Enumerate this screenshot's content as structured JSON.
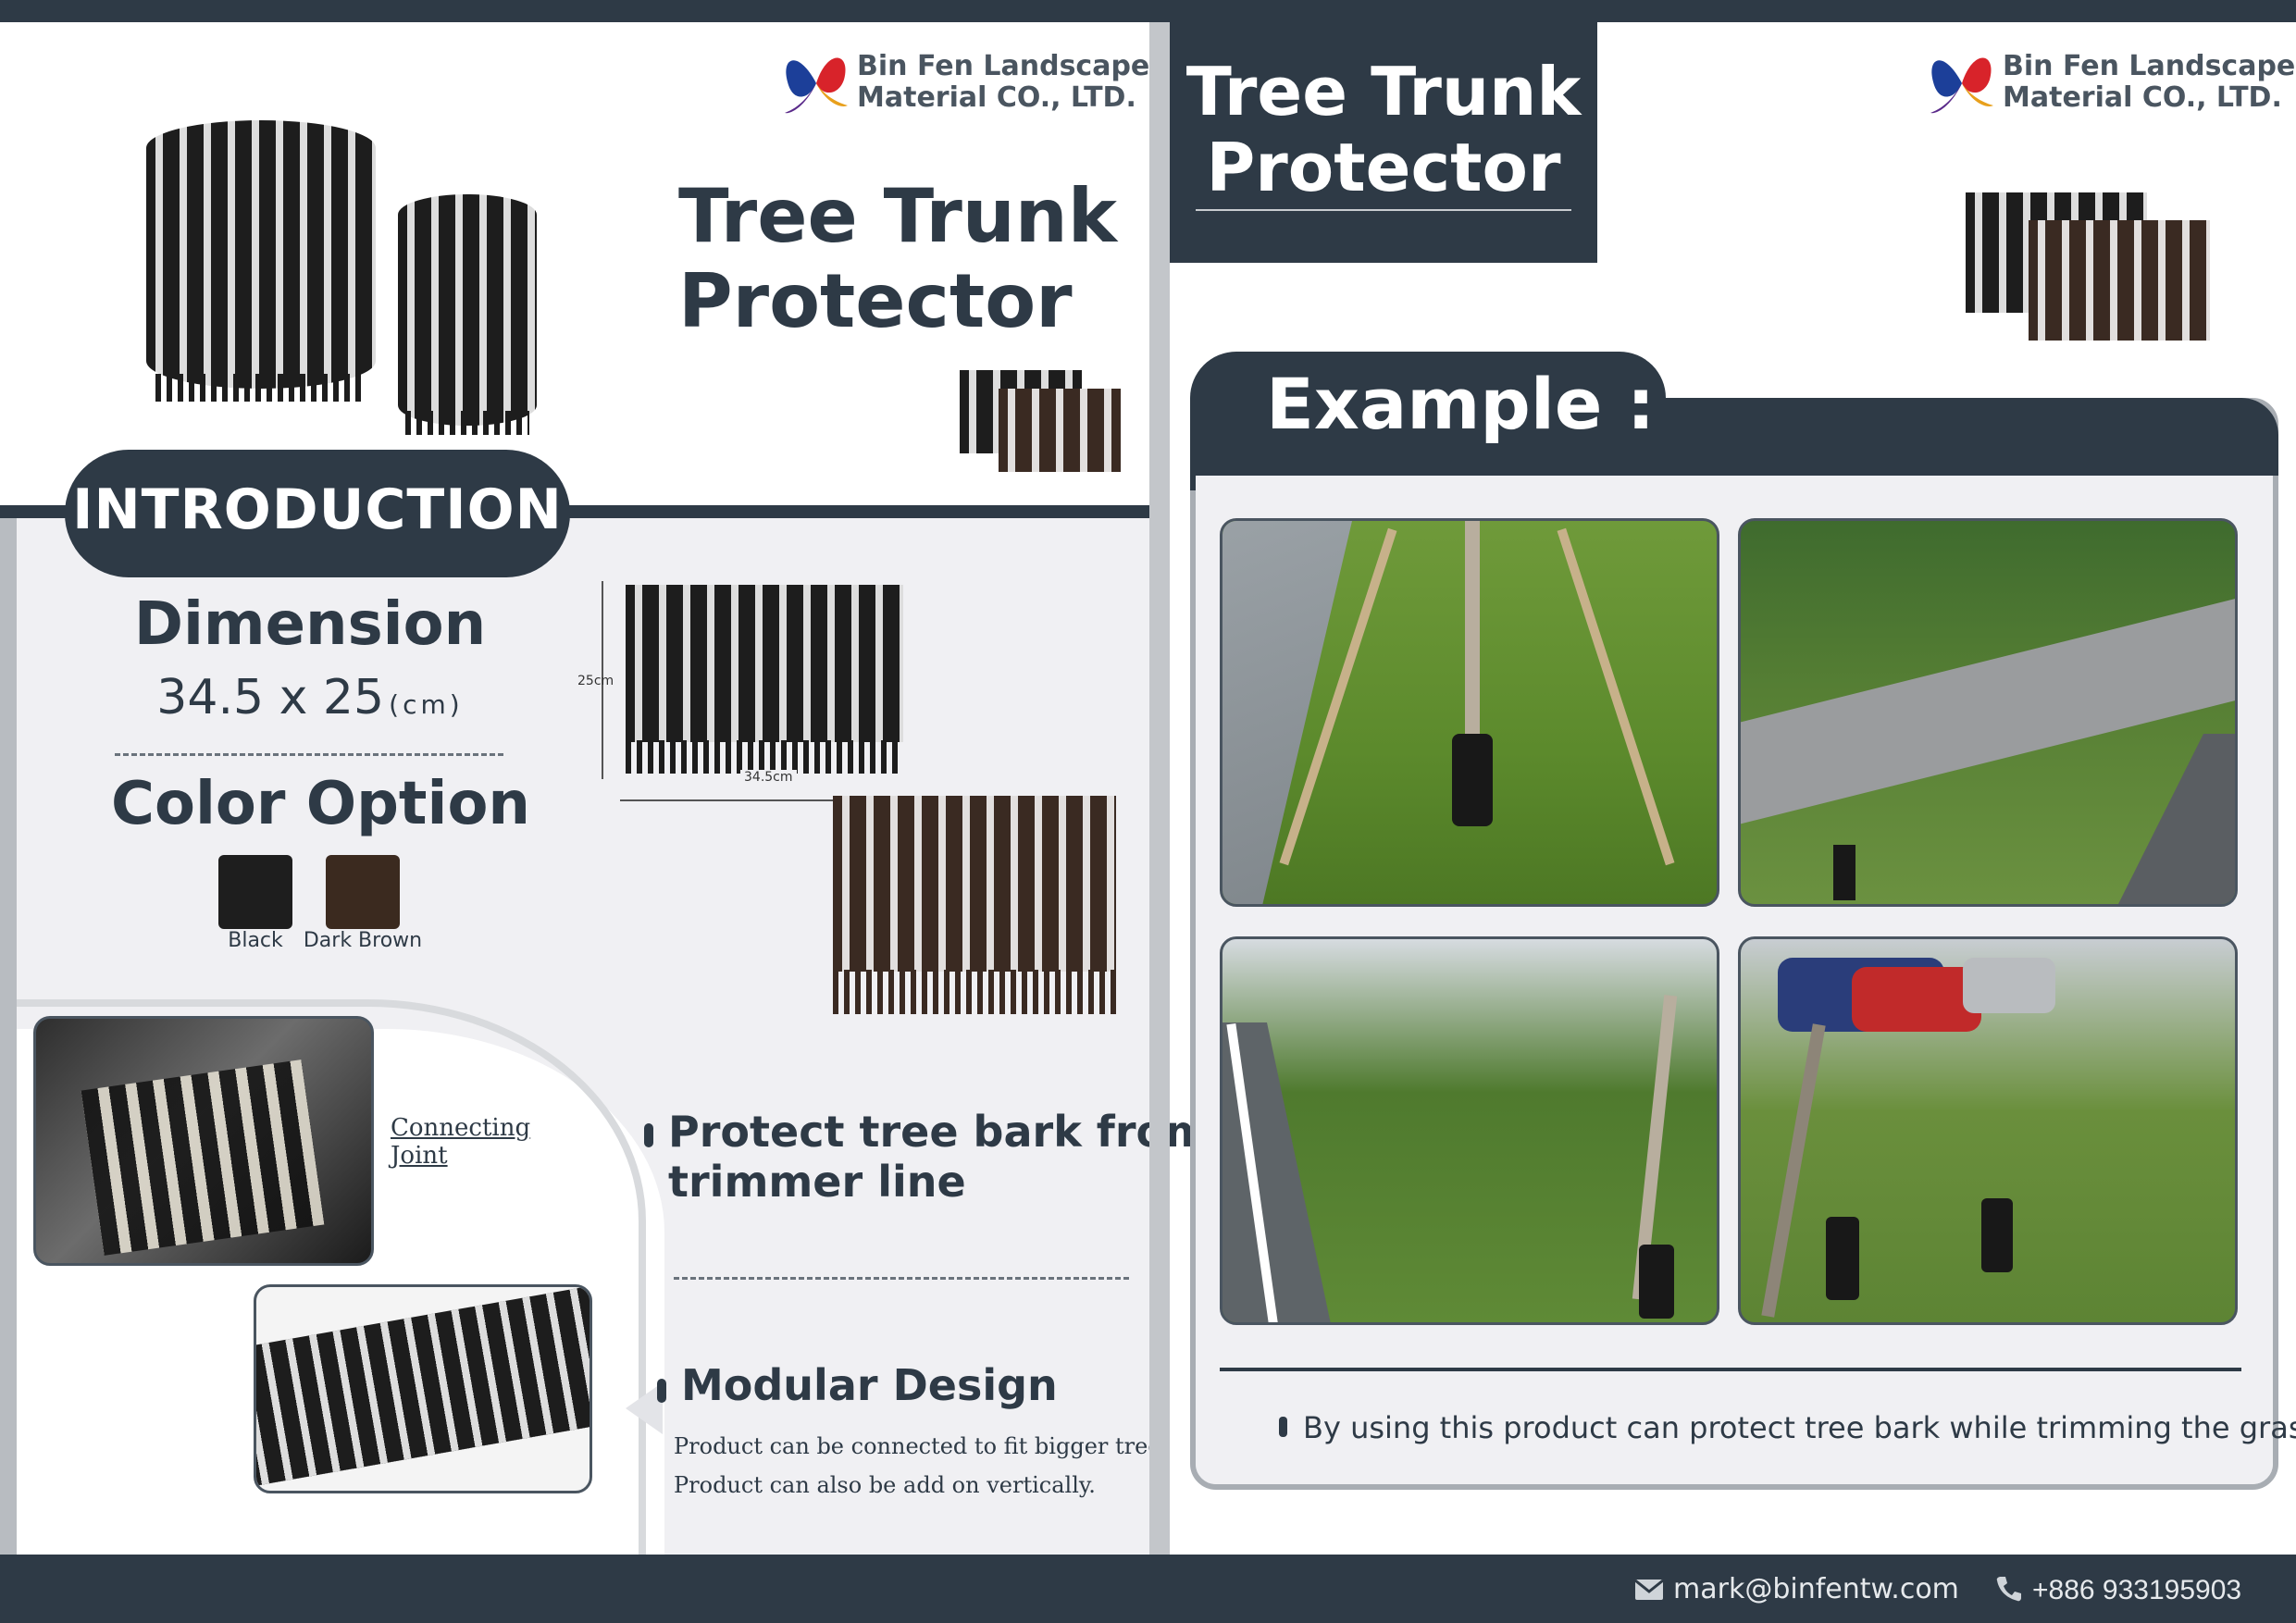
{
  "company": {
    "line1": "Bin Fen Landscape",
    "line2": "Material CO., LTD."
  },
  "product": {
    "title_line1": "Tree Trunk",
    "title_line2": "Protector"
  },
  "intro": {
    "heading": "INTRODUCTION",
    "dimension_label": "Dimension",
    "dimension_value": "34.5 x 25",
    "dimension_unit": "(cm)",
    "diagram_height": "25cm",
    "diagram_width": "34.5cm",
    "color_label": "Color Option",
    "colors": [
      {
        "name": "Black",
        "hex": "#1e1e1e"
      },
      {
        "name": "Dark Brown",
        "hex": "#3b2a1f"
      }
    ],
    "connecting_joint_line1": "Connecting",
    "connecting_joint_line2": "Joint"
  },
  "features": [
    {
      "title_line1": "Protect tree bark from",
      "title_line2": "trimmer line"
    },
    {
      "title_line1": "Modular Design",
      "desc_line1": "Product can be connected to fit bigger tree.",
      "desc_line2": "Product can also be add on vertically."
    }
  ],
  "example": {
    "heading": "Example :",
    "caption": "By using this product can protect tree bark while trimming the grass."
  },
  "footer": {
    "email": "mark@binfentw.com",
    "phone": "+886 933195903"
  },
  "icons": [
    "butterfly-logo-icon",
    "email-icon",
    "phone-icon",
    "bullet-icon"
  ],
  "colors_theme": {
    "dark": "#2e3a46",
    "light_panel": "#f0f0f3",
    "border": "#a8adb3"
  }
}
